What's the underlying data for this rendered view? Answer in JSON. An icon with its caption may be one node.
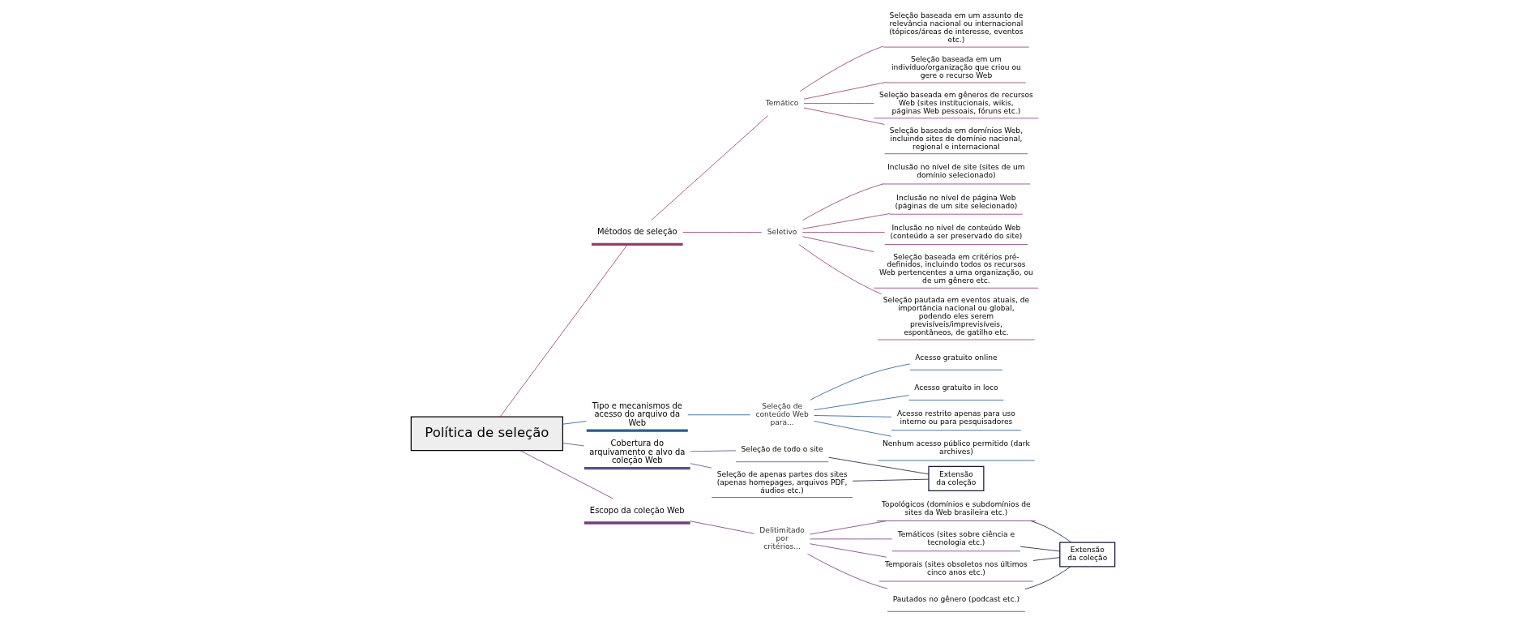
{
  "diagram": {
    "nodes": [
      {
        "text": [
          "Política de seleção"
        ]
      },
      {
        "text": [
          "Métodos de seleção"
        ]
      },
      {
        "text": [
          "Temático"
        ]
      },
      {
        "text": [
          "Seleção baseada em um assunto de relevância nacional ou internacional (tópicos/áreas de interesse, eventos etc.)"
        ]
      },
      {
        "text": [
          "Seleção baseada em um indivíduo/organização que criou ou gere o recurso Web"
        ]
      },
      {
        "text": [
          "Seleção baseada em gêneros de recursos Web (sites institucionais, wikis, páginas Web pessoais, fóruns etc.)"
        ]
      },
      {
        "text": [
          "Seleção baseada em domínios Web, incluindo sites de domínio nacional, regional e internacional"
        ]
      },
      {
        "text": [
          "Seletivo"
        ]
      },
      {
        "text": [
          "Inclusão no nível de site (sites de um domínio selecionado)"
        ]
      },
      {
        "text": [
          "Inclusão no nível de página Web (páginas de um site selecionado)"
        ]
      },
      {
        "text": [
          "Inclusão no nível de conteúdo Web (conteúdo a ser preservado do site)"
        ]
      },
      {
        "text": [
          "Seleção baseada em critérios pré-definidos, incluindo todos os recursos Web pertencentes a uma organização, ou de um gênero etc."
        ]
      },
      {
        "text": [
          "Seleção pautada em eventos atuais, de importância nacional ou global, podendo eles serem previsíveis/imprevisíveis, espontâneos, de gatilho etc."
        ]
      },
      {
        "text": [
          "Tipo e mecanismos de acesso do arquivo da Web"
        ]
      },
      {
        "text": [
          "Seleção de conteúdo Web para..."
        ]
      },
      {
        "text": [
          "Acesso gratuito online"
        ]
      },
      {
        "text": [
          "Acesso gratuito in loco"
        ]
      },
      {
        "text": [
          "Acesso restrito apenas para uso interno ou para pesquisadores"
        ]
      },
      {
        "text": [
          "Nenhum acesso público permitido (dark archives)"
        ]
      },
      {
        "text": [
          "Cobertura do arquivamento e alvo da coleção Web"
        ]
      },
      {
        "text": [
          "Seleção de todo o site"
        ]
      },
      {
        "text": [
          "Seleção de apenas partes dos sites (apenas homepages, arquivos PDF, áudios etc.)"
        ]
      },
      {
        "text": [
          "Extensão da coleção"
        ]
      },
      {
        "text": [
          "Escopo da coleção Web"
        ]
      },
      {
        "text": [
          "Delitimitado por critérios..."
        ]
      },
      {
        "text": [
          "Topológicos (domínios e subdomínios de sites da Web brasileira etc.)"
        ]
      },
      {
        "text": [
          "Temáticos (sites sobre ciência e tecnologia etc.)"
        ]
      },
      {
        "text": [
          "Temporais (sites obsoletos nos últimos cinco anos etc.)"
        ]
      },
      {
        "text": [
          "Pautados no gênero (podcast etc.)"
        ]
      },
      {
        "text": [
          "Extensão da coleção"
        ]
      }
    ],
    "edges": [
      {
        "from": 0,
        "to": 1,
        "arrow": "none"
      },
      {
        "from": 1,
        "to": 2,
        "arrow": "none"
      },
      {
        "from": 2,
        "to": 3,
        "arrow": "none"
      },
      {
        "from": 2,
        "to": 4,
        "arrow": "none"
      },
      {
        "from": 2,
        "to": 5,
        "arrow": "none"
      },
      {
        "from": 2,
        "to": 6,
        "arrow": "none"
      },
      {
        "from": 1,
        "to": 7,
        "arrow": "none"
      },
      {
        "from": 7,
        "to": 8,
        "arrow": "none"
      },
      {
        "from": 7,
        "to": 9,
        "arrow": "none"
      },
      {
        "from": 7,
        "to": 10,
        "arrow": "none"
      },
      {
        "from": 7,
        "to": 11,
        "arrow": "none"
      },
      {
        "from": 7,
        "to": 12,
        "arrow": "none"
      },
      {
        "from": 0,
        "to": 13,
        "arrow": "none",
        "color": "#1f5f9a"
      },
      {
        "from": 13,
        "to": 14,
        "arrow": "none",
        "color": "#1f5f9a"
      },
      {
        "from": 14,
        "to": 15,
        "arrow": "none",
        "color": "#1f5f9a"
      },
      {
        "from": 14,
        "to": 16,
        "arrow": "none",
        "color": "#1f5f9a"
      },
      {
        "from": 14,
        "to": 17,
        "arrow": "none",
        "color": "#1f5f9a"
      },
      {
        "from": 14,
        "to": 18,
        "arrow": "none",
        "color": "#1f5f9a"
      },
      {
        "from": 0,
        "to": 19,
        "arrow": "none",
        "color": "#5a4e9a"
      },
      {
        "from": 19,
        "to": 20,
        "arrow": "none",
        "color": "#5a4e9a"
      },
      {
        "from": 19,
        "to": 21,
        "arrow": "none",
        "color": "#5a4e9a"
      },
      {
        "from": 20,
        "to": 22,
        "arrow": "none",
        "color": "#1a1a3a"
      },
      {
        "from": 21,
        "to": 22,
        "arrow": "none",
        "color": "#1a1a3a"
      },
      {
        "from": 0,
        "to": 23,
        "arrow": "none",
        "color": "#7a3a85"
      },
      {
        "from": 23,
        "to": 24,
        "arrow": "none",
        "color": "#7a3a85"
      },
      {
        "from": 24,
        "to": 25,
        "arrow": "none",
        "color": "#7a3a85"
      },
      {
        "from": 24,
        "to": 26,
        "arrow": "none",
        "color": "#7a3a85"
      },
      {
        "from": 24,
        "to": 27,
        "arrow": "none",
        "color": "#7a3a85"
      },
      {
        "from": 24,
        "to": 28,
        "arrow": "none",
        "color": "#7a3a85"
      },
      {
        "from": 25,
        "to": 29,
        "arrow": "none",
        "color": "#1a1a3a"
      },
      {
        "from": 26,
        "to": 29,
        "arrow": "none",
        "color": "#1a1a3a"
      },
      {
        "from": 27,
        "to": 29,
        "arrow": "none",
        "color": "#1a1a3a"
      },
      {
        "from": 28,
        "to": 29,
        "arrow": "none",
        "color": "#1a1a3a"
      }
    ]
  }
}
